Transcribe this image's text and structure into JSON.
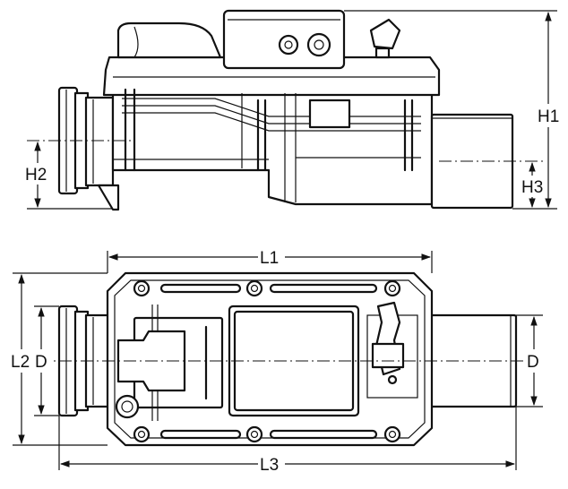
{
  "diagram": {
    "labels": {
      "h1": "H1",
      "h2": "H2",
      "h3": "H3",
      "l1": "L1",
      "l2": "L2",
      "l3": "L3",
      "d_left": "D",
      "d_right": "D"
    }
  }
}
